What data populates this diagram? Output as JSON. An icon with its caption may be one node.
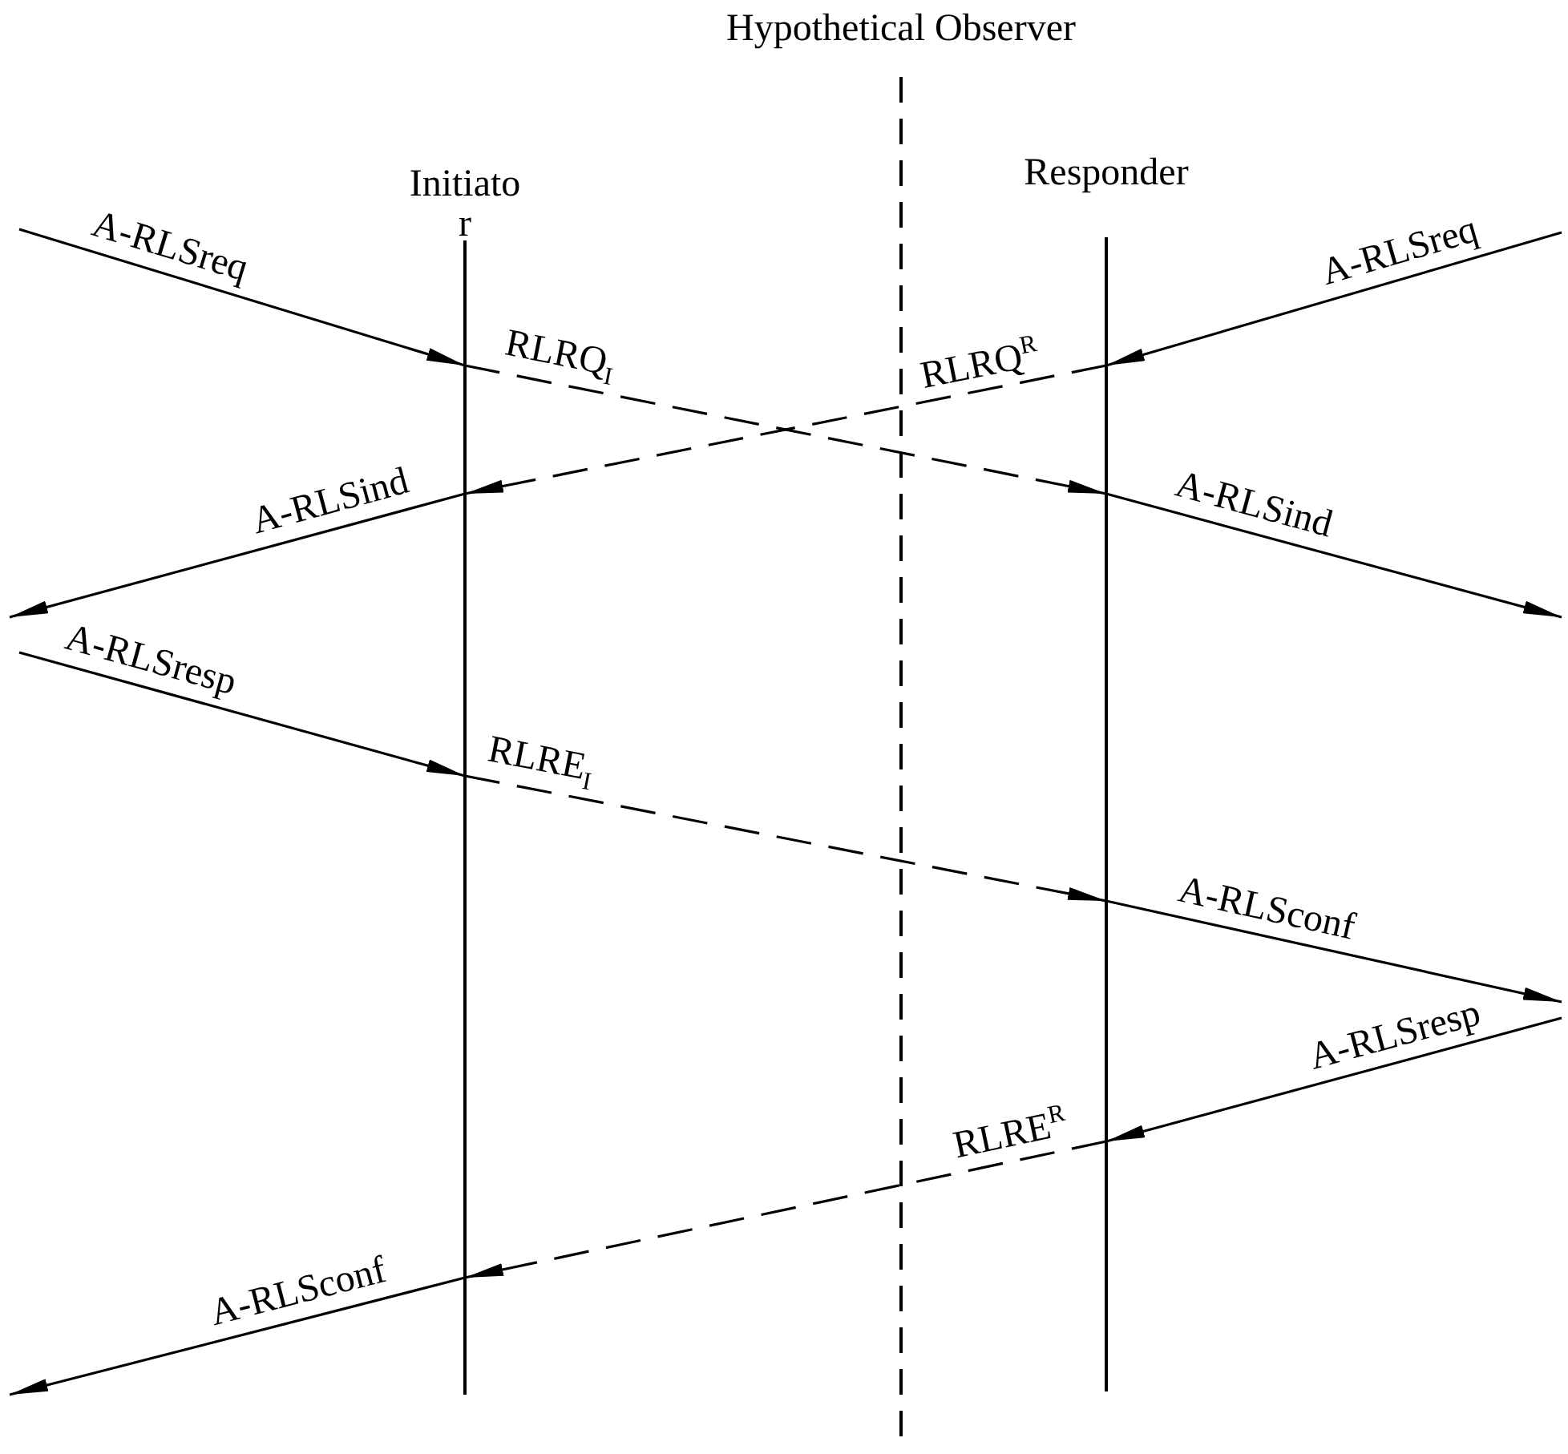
{
  "diagram": {
    "nodes": [
      {
        "text": [
          "Hypothetical Observer"
        ]
      },
      {
        "text": [
          "Initiato r"
        ]
      },
      {
        "text": [
          "Responder"
        ]
      }
    ],
    "edges": [
      {
        "from": null,
        "to": 1,
        "arrow": "to",
        "label": "A-RLSreq"
      },
      {
        "from": null,
        "to": 2,
        "arrow": "to",
        "label": "A-RLSreq"
      },
      {
        "from": 1,
        "to": 2,
        "arrow": "to",
        "label": "RLRQ$_{I}$",
        "style": "dashed"
      },
      {
        "from": 2,
        "to": 1,
        "arrow": "to",
        "label": "RLRQ$^{R}$",
        "style": "dashed"
      },
      {
        "from": 1,
        "to": null,
        "arrow": "to",
        "label": "A-RLSind"
      },
      {
        "from": 2,
        "to": null,
        "arrow": "to",
        "label": "A-RLSind"
      },
      {
        "from": null,
        "to": 1,
        "arrow": "to",
        "label": "A-RLSresp"
      },
      {
        "from": 1,
        "to": 2,
        "arrow": "to",
        "label": "RLRE$_{I}$",
        "style": "dashed"
      },
      {
        "from": 2,
        "to": null,
        "arrow": "to",
        "label": "A-RLSconf"
      },
      {
        "from": null,
        "to": 2,
        "arrow": "to",
        "label": "A-RLSresp"
      },
      {
        "from": 2,
        "to": 1,
        "arrow": "to",
        "label": "RLRE$^{R}$",
        "style": "dashed"
      },
      {
        "from": 1,
        "to": null,
        "arrow": "to",
        "label": "A-RLSconf"
      }
    ]
  }
}
